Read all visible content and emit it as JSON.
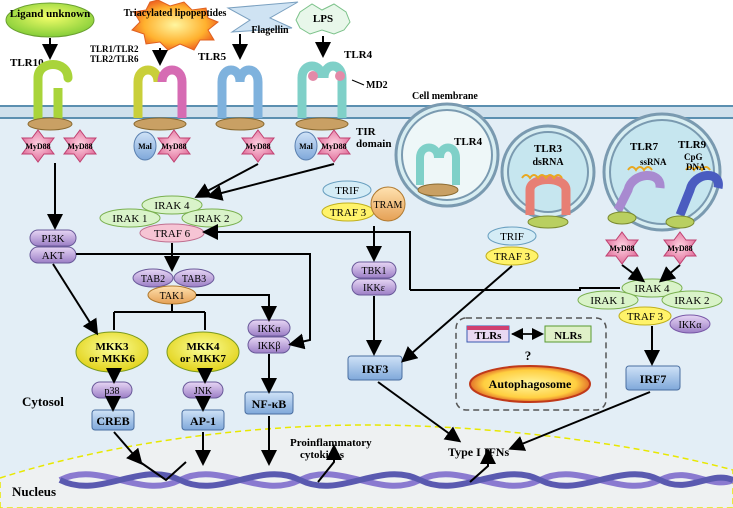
{
  "ligands": {
    "unknown": "Ligand unknown",
    "triacyl": "Triacylated lipopeptides",
    "flagellin": "Flagellin",
    "lps": "LPS"
  },
  "receptors": {
    "tlr10": "TLR10",
    "tlr1_2": "TLR1/TLR2",
    "tlr2_6": "TLR2/TLR6",
    "tlr5": "TLR5",
    "tlr4": "TLR4",
    "md2": "MD2",
    "tir_domain_1": "TIR",
    "tir_domain_2": "domain",
    "cell_membrane": "Cell membrane"
  },
  "endosomes": {
    "tlr4": "TLR4",
    "tlr3": "TLR3",
    "dsrna": "dsRNA",
    "tlr7": "TLR7",
    "tlr9": "TLR9",
    "ssrna": "ssRNA",
    "cpg": "CpG",
    "dna": "DNA"
  },
  "adapters": {
    "myd88": "MyD88",
    "mal": "Mal",
    "trif": "TRIF",
    "tram": "TRAM",
    "traf3": "TRAF 3",
    "traf6": "TRAF 6",
    "irak4": "IRAK 4",
    "irak1": "IRAK 1",
    "irak2": "IRAK 2"
  },
  "kinases": {
    "pi3k": "PI3K",
    "akt": "AKT",
    "tab2": "TAB2",
    "tab3": "TAB3",
    "tak1": "TAK1",
    "tbk1": "TBK1",
    "ikke": "IKKε",
    "mkk3": "MKK3",
    "or_mkk6": "or MKK6",
    "mkk4": "MKK4",
    "or_mkk7": "or MKK7",
    "ikka": "IKKα",
    "ikkb": "IKKβ",
    "p38": "p38",
    "jnk": "JNK"
  },
  "tfs": {
    "creb": "CREB",
    "ap1": "AP-1",
    "nfkb": "NF-κB",
    "irf3": "IRF3",
    "irf7": "IRF7"
  },
  "autophagy": {
    "tlrs": "TLRs",
    "nlrs": "NLRs",
    "question": "?",
    "autophagosome": "Autophagosome"
  },
  "compartments": {
    "cytosol": "Cytosol",
    "nucleus": "Nucleus"
  },
  "outputs": {
    "proinflammatory_1": "Proinflammatory",
    "proinflammatory_2": "cytokines",
    "type1ifn": "Type I IFNs"
  }
}
